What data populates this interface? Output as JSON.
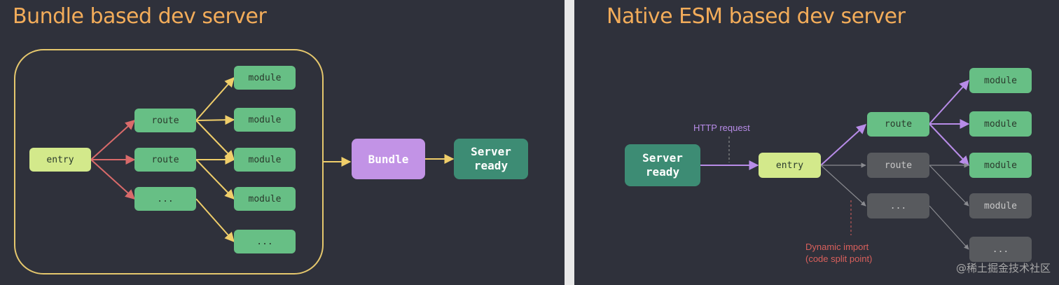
{
  "left_panel": {
    "title": "Bundle based dev server",
    "entry": "entry",
    "routes": [
      "route",
      "route",
      "..."
    ],
    "modules": [
      "module",
      "module",
      "module",
      "module",
      "..."
    ],
    "bundle": "Bundle",
    "server": "Server\nready"
  },
  "right_panel": {
    "title": "Native ESM based dev server",
    "server": "Server\nready",
    "http_label": "HTTP request",
    "entry": "entry",
    "routes": [
      "route",
      "route",
      "..."
    ],
    "modules": [
      "module",
      "module",
      "module",
      "module",
      "..."
    ],
    "dynamic_label": "Dynamic import\n(code split point)"
  },
  "watermark": "@稀土掘金技术社区",
  "colors": {
    "background": "#2f313b",
    "title": "#f2ac5a",
    "module_green": "#67bf85",
    "entry": "#d3e98b",
    "bundle": "#c293e6",
    "server": "#3d8c74",
    "inactive": "#585a5e",
    "arrow_red": "#d96a6a",
    "arrow_yellow": "#f0ce6a",
    "arrow_purple": "#b88ce8",
    "arrow_gray": "#8a8b90",
    "dynamic_label": "#d9605c"
  }
}
